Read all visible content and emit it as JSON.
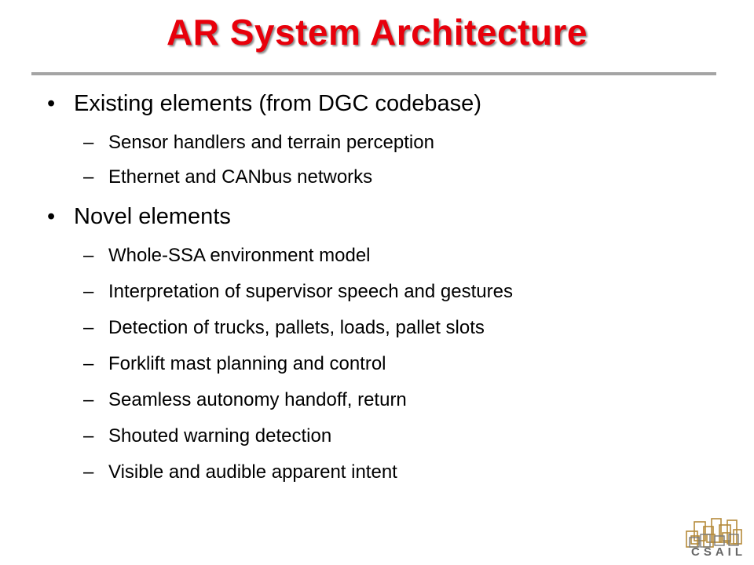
{
  "slide": {
    "title": "AR System Architecture",
    "bullets": [
      {
        "text": "Existing elements (from DGC codebase)",
        "subitems": [
          "Sensor handlers and terrain perception",
          "Ethernet and CANbus networks"
        ]
      },
      {
        "text": "Novel elements",
        "subitems": [
          "Whole-SSA environment model",
          "Interpretation of supervisor speech and gestures",
          "Detection of trucks, pallets, loads, pallet slots",
          "Forklift mast planning and control",
          "Seamless autonomy handoff, return",
          "Shouted warning detection",
          "Visible and audible apparent intent"
        ]
      }
    ],
    "bullet_glyph": "•",
    "dash_glyph": "–",
    "logo_text": "CSAIL"
  },
  "colors": {
    "title": "#e8000b",
    "rule": "#a4a4a4",
    "text": "#000000"
  }
}
